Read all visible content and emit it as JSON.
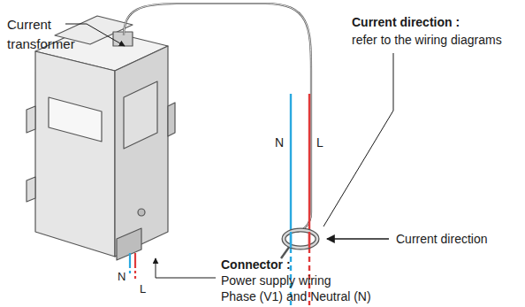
{
  "diagram": {
    "labels": [
      "Current transformer",
      "Current direction :",
      "refer to the wiring diagrams",
      "N",
      "L",
      "Current direction",
      "N",
      "L",
      "Connector :",
      "Power supply wiring",
      "Phase (V1) and Neutral (N)"
    ]
  }
}
